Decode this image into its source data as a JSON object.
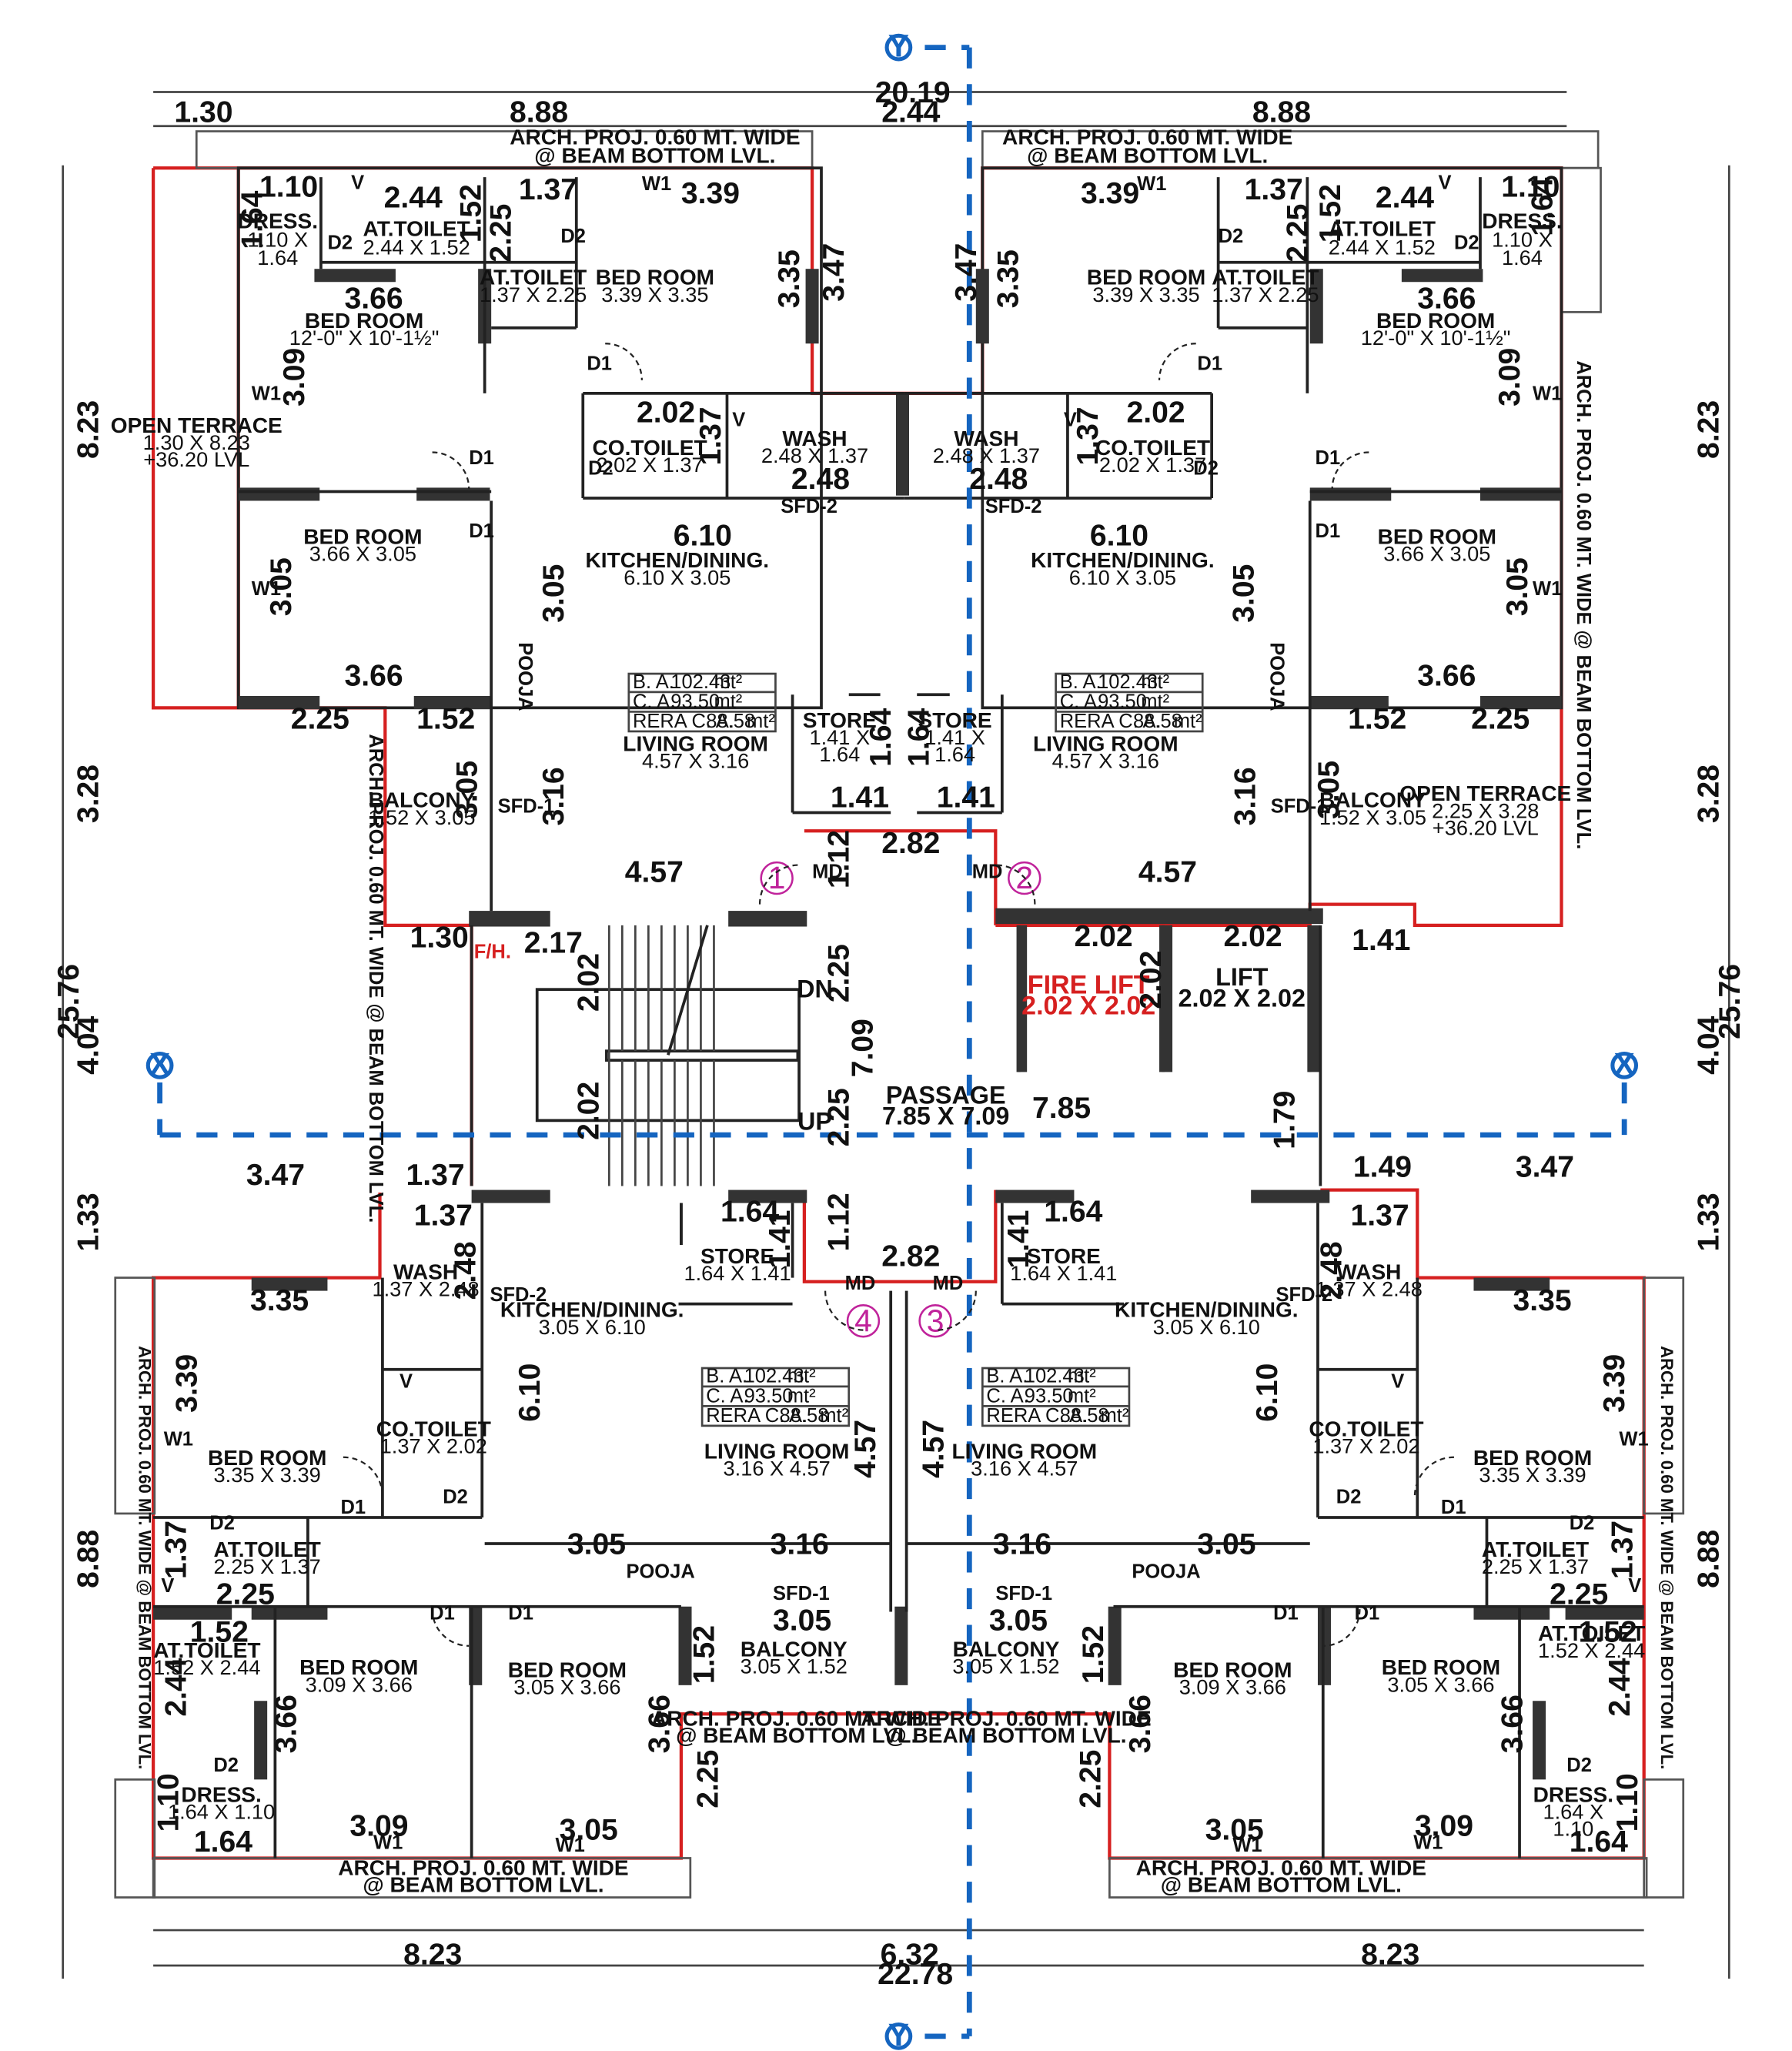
{
  "axes": {
    "y_top": "Y",
    "y_bottom": "Y",
    "x_left": "X",
    "x_right": "X"
  },
  "overall": {
    "top_total": "20.19",
    "top_mid": "2.44",
    "top_left_ext": "1.30",
    "top_left": "8.88",
    "top_right": "8.88",
    "bottom_total": "22.78",
    "bottom_mid": "6.32",
    "bottom_left": "8.23",
    "bottom_right": "8.23"
  },
  "vertical_dims_left": [
    "8.23",
    "3.28",
    "25.76",
    "4.04",
    "1.33",
    "8.88"
  ],
  "vertical_dims_right": [
    "8.23",
    "3.28",
    "25.76",
    "4.04",
    "1.33",
    "8.88"
  ],
  "arch_proj": {
    "top_left": [
      "ARCH. PROJ. 0.60 MT. WIDE",
      "@ BEAM BOTTOM LVL."
    ],
    "top_right": [
      "ARCH. PROJ. 0.60 MT. WIDE",
      "@ BEAM BOTTOM LVL."
    ],
    "right_side": "ARCH. PROJ. 0.60 MT. WIDE @ BEAM BOTTOM LVL.",
    "left_mid": "ARCH. PROJ. 0.60 MT. WIDE @ BEAM BOTTOM LVL.",
    "bottom_left": [
      "ARCH. PROJ. 0.60 MT. WIDE",
      "@ BEAM BOTTOM LVL."
    ],
    "bottom_right": [
      "ARCH. PROJ. 0.60 MT. WIDE",
      "@ BEAM BOTTOM LVL."
    ],
    "bottom_mid_left": [
      "ARCH. PROJ. 0.60 MT. WIDE",
      "@ BEAM BOTTOM LVL."
    ],
    "bottom_mid_right": [
      "ARCH. PROJ. 0.60 MT. WIDE",
      "@ BEAM BOTTOM LVL."
    ],
    "left_bottom": "ARCH. PROJ. 0.60 MT. WIDE @ BEAM BOTTOM LVL.",
    "right_bottom": "ARCH. PROJ. 0.60 MT. WIDE @ BEAM BOTTOM LVL."
  },
  "area_table": {
    "ba_label": "B. A.",
    "ba": "102.43",
    "ca_label": "C. A.",
    "ca": "93.50",
    "rera_label": "RERA C. A.",
    "rera": "88.58",
    "unit": "mt²"
  },
  "units": [
    "1",
    "2",
    "3",
    "4"
  ],
  "flat1": {
    "dress": [
      "DRESS.",
      "1.10 X",
      "1.64"
    ],
    "attoilet1": [
      "AT.TOILET",
      "2.44 X 1.52"
    ],
    "bedroom1": [
      "BED ROOM",
      "12'-0\" X 10'-1½\""
    ],
    "attoilet2": [
      "AT.TOILET",
      "1.37 X 2.25"
    ],
    "bedroom2": [
      "BED ROOM",
      "3.39 X 3.35"
    ],
    "open_terrace": [
      "OPEN TERRACE",
      "1.30 X 8.23",
      "+36.20 LVL"
    ],
    "cotoilet": [
      "CO.TOILET",
      "2.02 X 1.37"
    ],
    "wash": [
      "WASH",
      "2.48 X 1.37"
    ],
    "bedroom3": [
      "BED ROOM",
      "3.66 X 3.05"
    ],
    "kitchen": [
      "KITCHEN/DINING.",
      "6.10 X 3.05"
    ],
    "living": [
      "LIVING ROOM",
      "4.57 X 3.16"
    ],
    "store": [
      "STORE",
      "1.41 X",
      "1.64"
    ],
    "balcony": [
      "BALCONY",
      "1.52 X 3.05"
    ],
    "pooja": "POOJA",
    "sfd1": "SFD-1",
    "sfd2": "SFD-2"
  },
  "flat2": {
    "dress": [
      "DRESS.",
      "1.10 X",
      "1.64"
    ],
    "attoilet1": [
      "AT.TOILET",
      "2.44 X 1.52"
    ],
    "bedroom1": [
      "BED ROOM",
      "12'-0\" X 10'-1½\""
    ],
    "attoilet2": [
      "AT.TOILET",
      "1.37 X 2.25"
    ],
    "bedroom2": [
      "BED ROOM",
      "3.39 X 3.35"
    ],
    "open_terrace": [
      "OPEN TERRACE",
      "2.25 X 3.28",
      "+36.20 LVL"
    ],
    "cotoilet": [
      "CO.TOILET",
      "2.02 X 1.37"
    ],
    "wash": [
      "WASH",
      "2.48 X 1.37"
    ],
    "bedroom3": [
      "BED ROOM",
      "3.66 X 3.05"
    ],
    "kitchen": [
      "KITCHEN/DINING.",
      "6.10 X 3.05"
    ],
    "living": [
      "LIVING ROOM",
      "4.57 X 3.16"
    ],
    "store": [
      "STORE",
      "1.41 X",
      "1.64"
    ],
    "balcony": [
      "BALCONY",
      "1.52 X 3.05"
    ],
    "pooja": "POOJA",
    "sfd1": "SFD-1",
    "sfd2": "SFD-2"
  },
  "flat3": {
    "store": [
      "STORE",
      "1.64 X 1.41"
    ],
    "kitchen": [
      "KITCHEN/DINING.",
      "3.05 X 6.10"
    ],
    "wash": [
      "WASH",
      "1.37 X 2.48"
    ],
    "cotoilet": [
      "CO.TOILET",
      "1.37 X 2.02"
    ],
    "bedroom1": [
      "BED ROOM",
      "3.35 X 3.39"
    ],
    "living": [
      "LIVING ROOM",
      "3.16 X 4.57"
    ],
    "attoilet1": [
      "AT.TOILET",
      "2.25 X 1.37"
    ],
    "attoilet2": [
      "AT.TOILET",
      "1.52 X 2.44"
    ],
    "bedroom2": [
      "BED ROOM",
      "3.05 X 3.66"
    ],
    "bedroom3": [
      "BED ROOM",
      "3.09 X 3.66"
    ],
    "balcony": [
      "BALCONY",
      "3.05 X 1.52"
    ],
    "dress": [
      "DRESS.",
      "1.64 X",
      "1.10"
    ],
    "pooja": "POOJA",
    "sfd1": "SFD-1",
    "sfd2": "SFD-2"
  },
  "flat4": {
    "store": [
      "STORE",
      "1.64 X 1.41"
    ],
    "kitchen": [
      "KITCHEN/DINING.",
      "3.05 X 6.10"
    ],
    "wash": [
      "WASH",
      "1.37 X 2.48"
    ],
    "cotoilet": [
      "CO.TOILET",
      "1.37 X 2.02"
    ],
    "bedroom1": [
      "BED ROOM",
      "3.35 X 3.39"
    ],
    "living": [
      "LIVING ROOM",
      "3.16 X 4.57"
    ],
    "attoilet1": [
      "AT.TOILET",
      "2.25 X 1.37"
    ],
    "attoilet2": [
      "AT.TOILET",
      "1.52 X 2.44"
    ],
    "bedroom2": [
      "BED ROOM",
      "3.09 X 3.66"
    ],
    "bedroom3": [
      "BED ROOM",
      "3.05 X 3.66"
    ],
    "balcony": [
      "BALCONY",
      "3.05 X 1.52"
    ],
    "dress": [
      "DRESS.",
      "1.64 X 1.10"
    ],
    "pooja": "POOJA",
    "sfd1": "SFD-1",
    "sfd2": "SFD-2"
  },
  "core": {
    "fire_lift": [
      "FIRE LIFT",
      "2.02 X 2.02"
    ],
    "lift": [
      "LIFT",
      "2.02 X 2.02"
    ],
    "passage": [
      "PASSAGE",
      "7.85 X 7.09"
    ],
    "fh": "F/H.",
    "dn": "DN",
    "up": "UP",
    "md": "MD"
  },
  "dims": {
    "d110": "1.10",
    "d244": "2.44",
    "d137": "1.37",
    "d339": "3.39",
    "d164": "1.64",
    "d152": "1.52",
    "d225": "2.25",
    "d335": "3.35",
    "d347": "3.47",
    "d366": "3.66",
    "d309": "3.09",
    "d202": "2.02",
    "d248": "2.48",
    "d610": "6.10",
    "d305": "3.05",
    "d141": "1.41",
    "d316": "3.16",
    "d457": "4.57",
    "d282": "2.82",
    "d112": "1.12",
    "d130": "1.30",
    "d217": "2.17",
    "d709": "7.09",
    "d785": "7.85",
    "d179": "1.79",
    "d149": "1.49"
  },
  "tags": {
    "w1": "W1",
    "d1": "D1",
    "d2": "D2",
    "v": "V"
  }
}
